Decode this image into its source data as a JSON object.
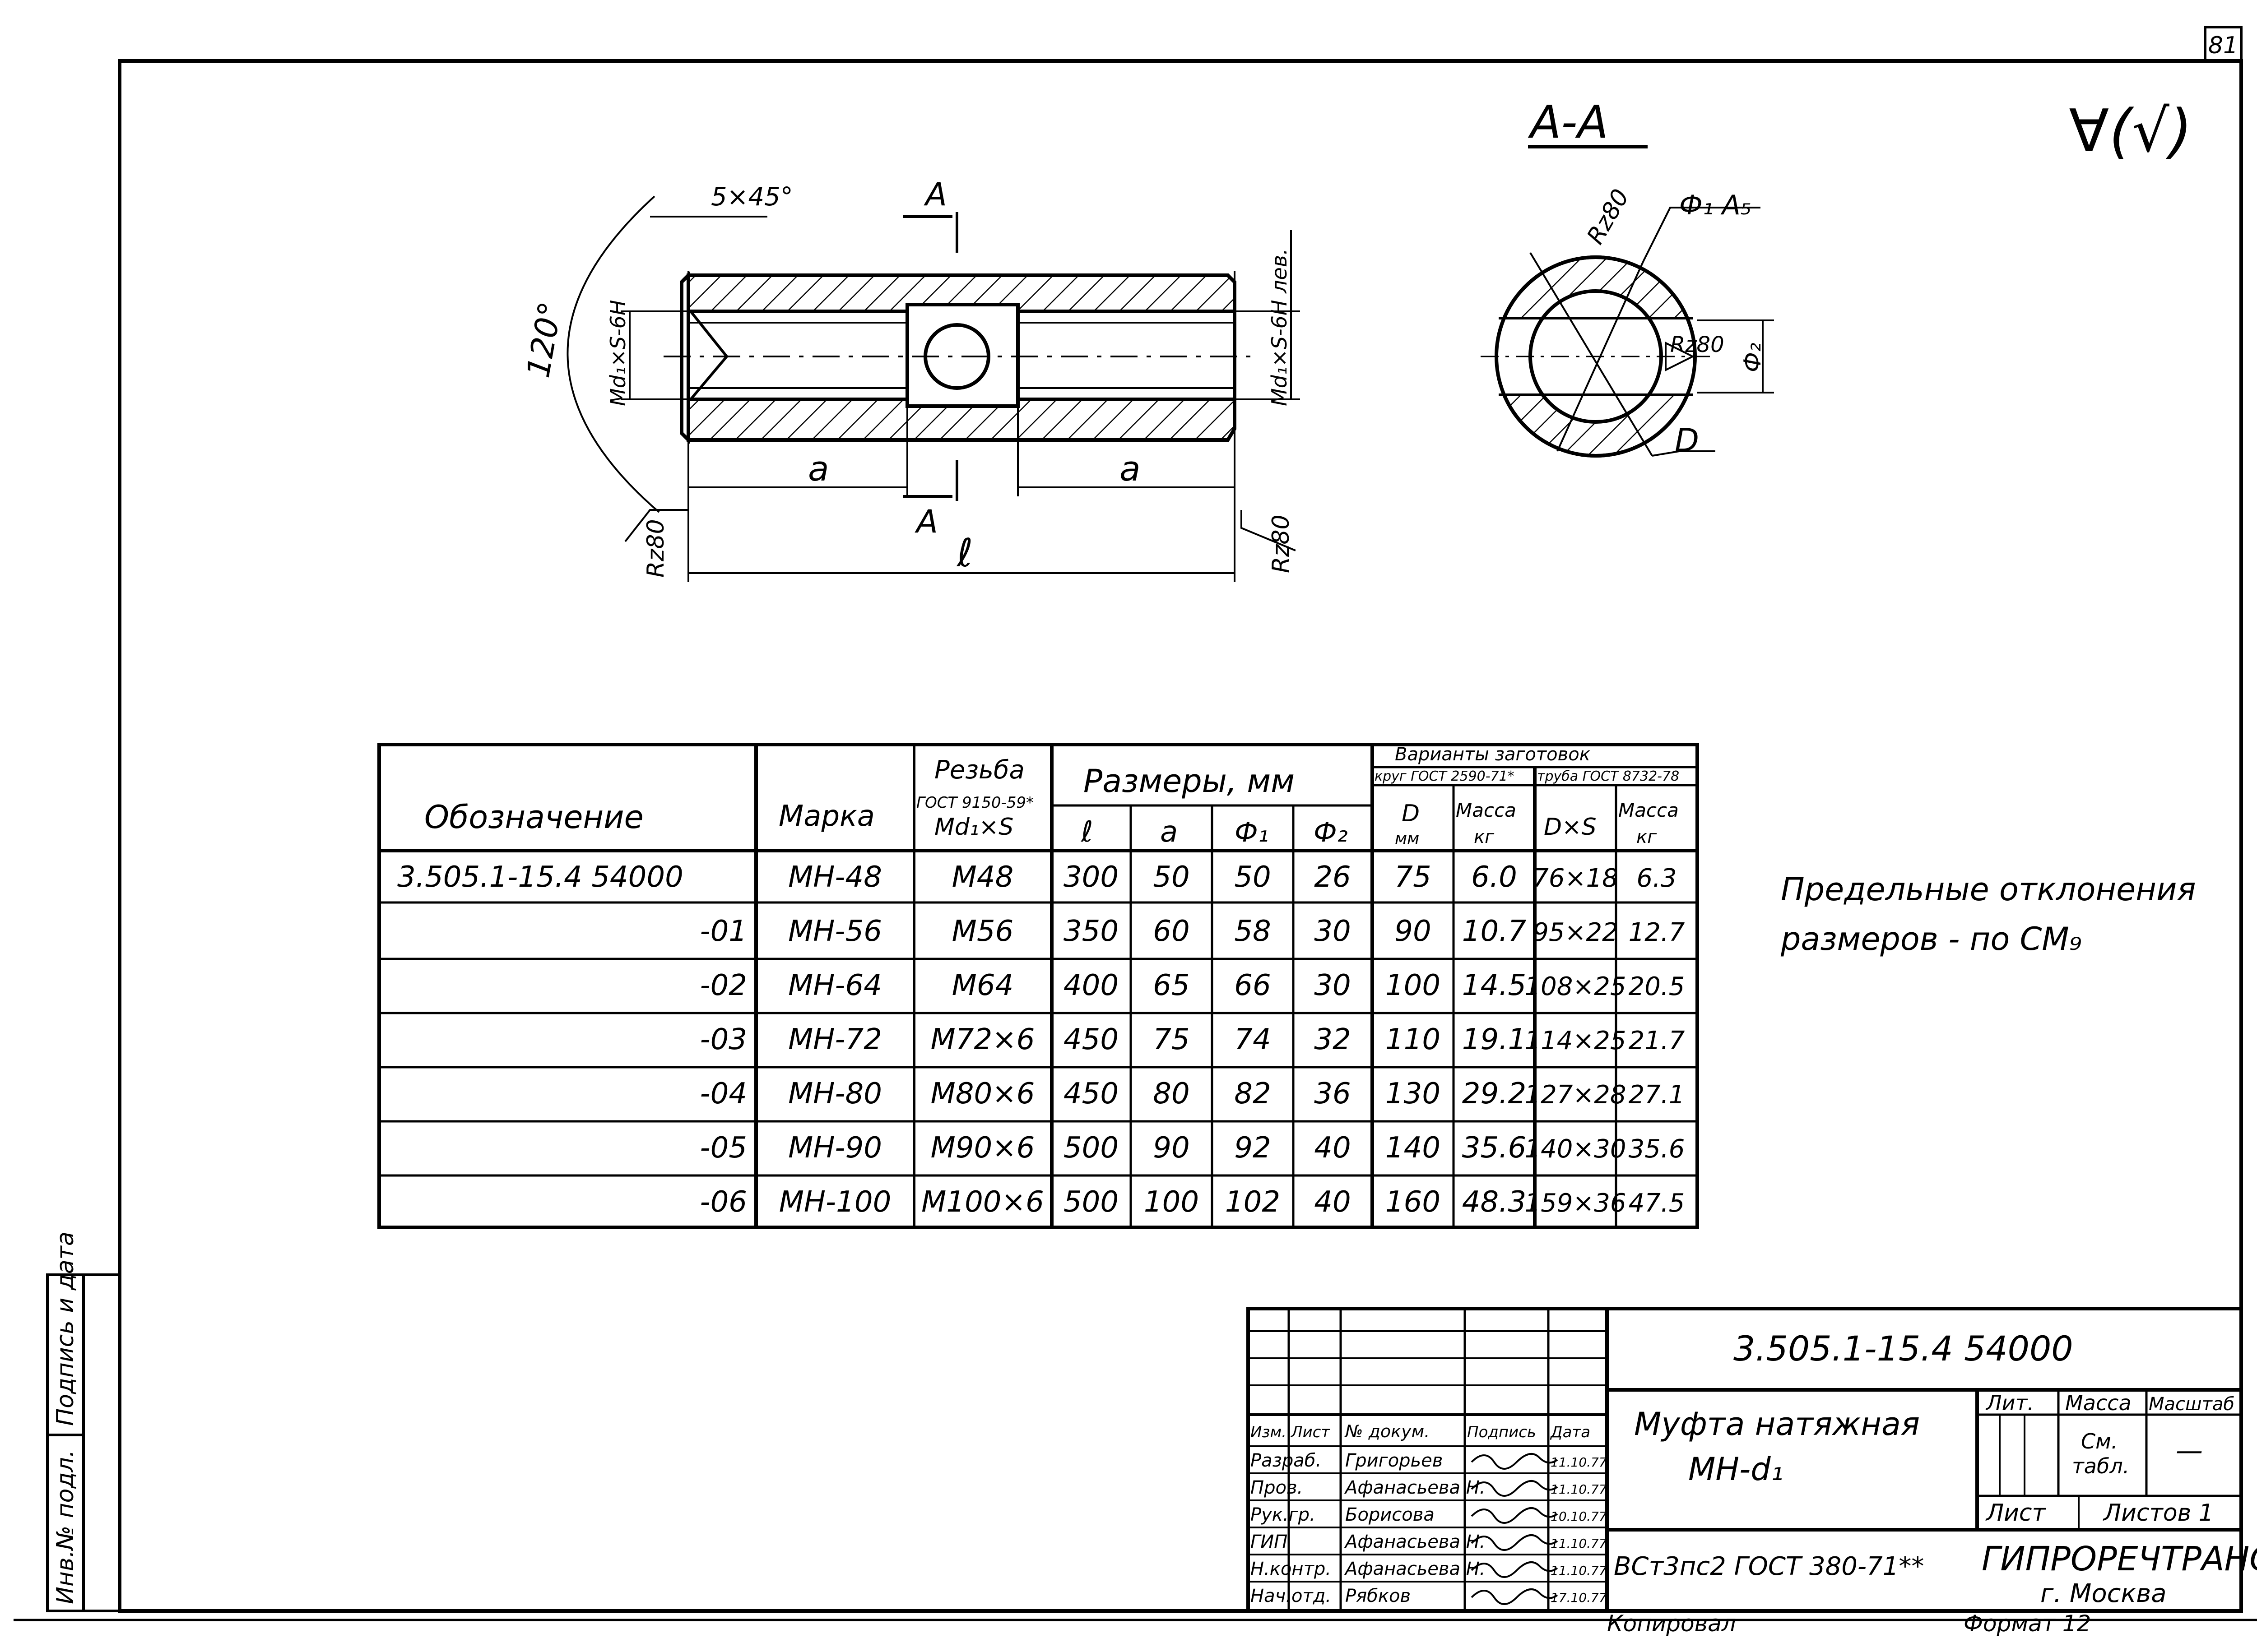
{
  "sheet_number": "81",
  "surface_mark": "∀(√)",
  "section_label": "А-А",
  "drawing": {
    "chamfer": "5×45°",
    "angle": "120°",
    "section_mark": "А",
    "thread_left": "Md₁×S-6H",
    "thread_right": "Md₁×S-6H лев.",
    "dim_a": "a",
    "dim_l": "ℓ",
    "roughness": "Rz80",
    "section_phi1": "Ф₁ А₅",
    "section_phi2": "Ф₂",
    "section_D": "D",
    "section_rz_outer": "Rz80",
    "section_rz_inner": "Rz80"
  },
  "note": [
    "Предельные отклонения",
    "размеров - по СМ₉"
  ],
  "table": {
    "headers": {
      "designation": "Обозначение",
      "mark": "Марка",
      "thread": "Резьба",
      "thread_std": "ГОСТ 9150-59*",
      "thread_sub": "Md₁×S",
      "sizes": "Размеры, мм",
      "blanks": "Варианты заготовок",
      "bar": "круг ГОСТ 2590-71*",
      "pipe": "труба ГОСТ 8732-78",
      "l": "ℓ",
      "a": "a",
      "phi1": "Ф₁",
      "phi2": "Ф₂",
      "D": "D",
      "D_unit": "мм",
      "mass": "Масса",
      "mass_unit": "кг",
      "DxS": "D×S"
    },
    "rows": [
      [
        "3.505.1-15.4 54000",
        "МН-48",
        "М48",
        "300",
        "50",
        "50",
        "26",
        "75",
        "6.0",
        "76×18",
        "6.3"
      ],
      [
        "-01",
        "МН-56",
        "М56",
        "350",
        "60",
        "58",
        "30",
        "90",
        "10.7",
        "95×22",
        "12.7"
      ],
      [
        "-02",
        "МН-64",
        "М64",
        "400",
        "65",
        "66",
        "30",
        "100",
        "14.5",
        "108×25",
        "20.5"
      ],
      [
        "-03",
        "МН-72",
        "М72×6",
        "450",
        "75",
        "74",
        "32",
        "110",
        "19.1",
        "114×25",
        "21.7"
      ],
      [
        "-04",
        "МН-80",
        "М80×6",
        "450",
        "80",
        "82",
        "36",
        "130",
        "29.2",
        "127×28",
        "27.1"
      ],
      [
        "-05",
        "МН-90",
        "М90×6",
        "500",
        "90",
        "92",
        "40",
        "140",
        "35.6",
        "140×30",
        "35.6"
      ],
      [
        "-06",
        "МН-100",
        "М100×6",
        "500",
        "100",
        "102",
        "40",
        "160",
        "48.3",
        "159×36",
        "47.5"
      ]
    ]
  },
  "title_block": {
    "doc_number": "3.505.1-15.4 54000",
    "title": [
      "Муфта натяжная",
      "МН-d₁"
    ],
    "material": "ВСт3пс2 ГОСТ 380-71**",
    "org": "ГИПРОРЕЧТРАНС",
    "city": "г. Москва",
    "lit": "Лит.",
    "mass": "Масса",
    "scale": "Масштаб",
    "mass_value": [
      "См.",
      "табл."
    ],
    "scale_value": "—",
    "sheet": "Лист",
    "sheets": "Листов 1",
    "col_headers": [
      "Изм.",
      "Лист",
      "№ докум.",
      "Подпись",
      "Дата"
    ],
    "signers": [
      [
        "Разраб.",
        "Григорьев",
        "11.10.77"
      ],
      [
        "Пров.",
        "Афанасьева Н.",
        "11.10.77"
      ],
      [
        "Рук.гр.",
        "Борисова",
        "10.10.77"
      ],
      [
        "ГИП",
        "Афанасьева Н.",
        "11.10.77"
      ],
      [
        "Н.контр.",
        "Афанасьева Н.",
        "11.10.77"
      ],
      [
        "Нач.отд.",
        "Рябков",
        "17.10.77"
      ]
    ],
    "copied": "Копировал",
    "format": "Формат 12"
  },
  "side_stamp": [
    "Инв.№ подл.",
    "Подпись и дата"
  ]
}
